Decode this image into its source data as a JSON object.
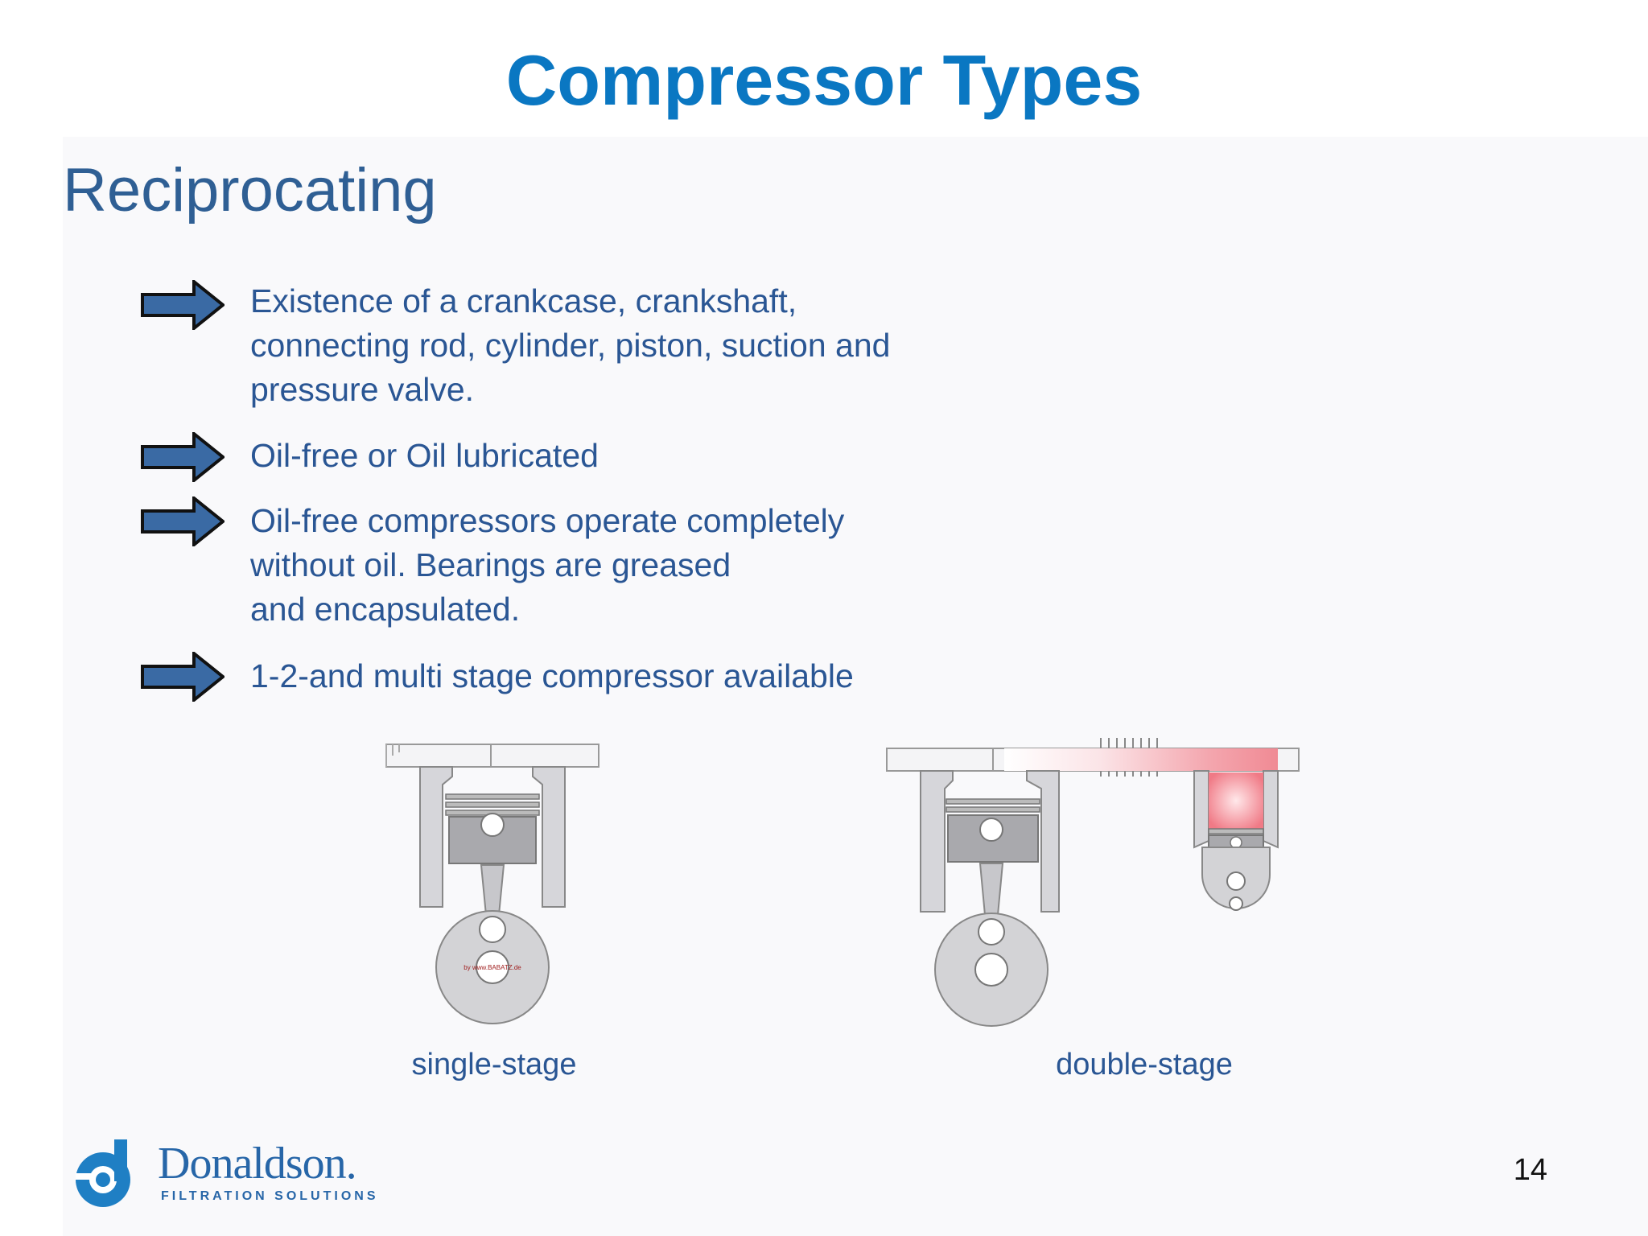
{
  "slide": {
    "title": "Compressor Types",
    "subtitle": "Reciprocating",
    "bullets": [
      {
        "text": "Existence of a crankcase, crankshaft,\nconnecting rod, cylinder, piston, suction and\npressure valve."
      },
      {
        "text": "Oil-free or Oil lubricated"
      },
      {
        "text": "Oil-free compressors operate completely\nwithout oil. Bearings are greased\nand encapsulated."
      },
      {
        "text": "1-2-and multi stage compressor available"
      }
    ],
    "diagrams": {
      "single": {
        "caption": "single-stage",
        "watermark": "by www.BABATZ.de"
      },
      "double": {
        "caption": "double-stage"
      }
    },
    "page_number": "14"
  },
  "logo": {
    "name": "Donaldson.",
    "tagline": "FILTRATION SOLUTIONS"
  },
  "colors": {
    "title": "#0a77c2",
    "subtitle": "#2f5f94",
    "text": "#2a5694",
    "arrow": "#3a6aa4",
    "hot": "#f08a94"
  }
}
